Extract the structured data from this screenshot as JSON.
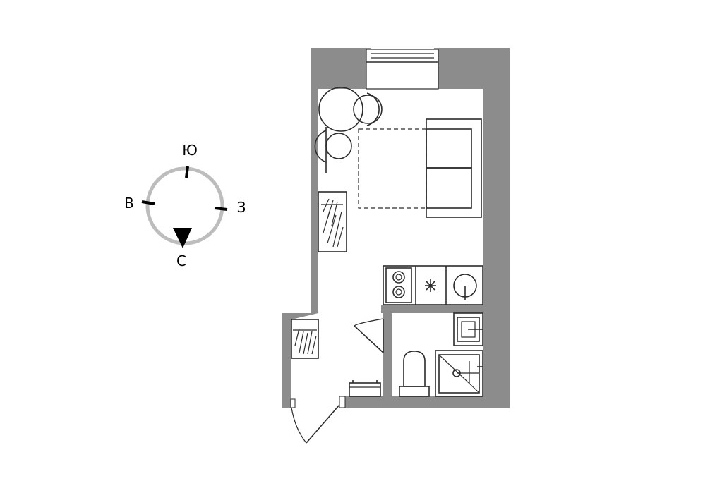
{
  "compass": {
    "north": "С",
    "south": "Ю",
    "east": "В",
    "west": "З",
    "ring_color": "#bdbdbd",
    "arrow_color": "#000000"
  },
  "plan": {
    "wall_color": "#8c8c8c",
    "rooms": [],
    "fixtures": [
      "window",
      "round-table",
      "chairs",
      "sofa",
      "wardrobe",
      "stove",
      "kitchen-sink",
      "bathroom-sink",
      "toilet",
      "shower",
      "bench",
      "entrance-door",
      "bathroom-door"
    ]
  }
}
